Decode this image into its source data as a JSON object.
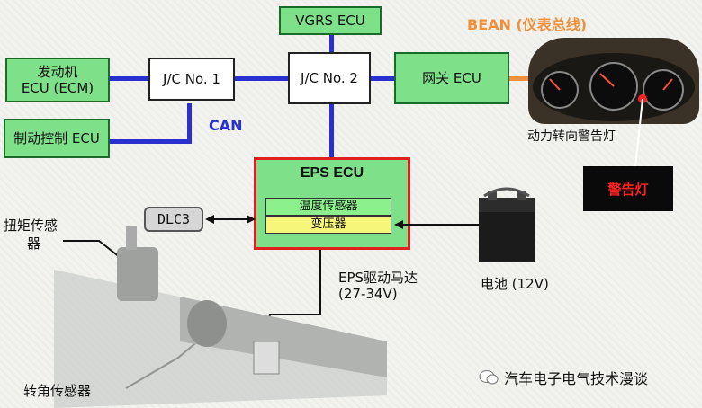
{
  "nodes": {
    "vgrs_ecu": "VGRS ECU",
    "engine_ecu_line1": "发动机",
    "engine_ecu_line2": "ECU (ECM)",
    "brake_ecu": "制动控制 ECU",
    "jc1": "J/C No. 1",
    "jc2": "J/C No. 2",
    "gateway_ecu": "网关 ECU",
    "eps_ecu": "EPS ECU",
    "temp_sensor": "温度传感器",
    "transformer": "变压器",
    "dlc3": "DLC3",
    "warning_lamp": "警告灯"
  },
  "labels": {
    "can": "CAN",
    "bean": "BEAN (仪表总线)",
    "power_steering_lamp": "动力转向警告灯",
    "battery": "电池 (12V)",
    "motor_line1": "EPS驱动马达",
    "motor_line2": "(27-34V)",
    "torque_sensor_line1": "扭矩传感",
    "torque_sensor_line2": "器",
    "angle_sensor": "转角传感器",
    "watermark": "汽车电子电气技术漫谈"
  },
  "colors": {
    "can_bus": "#2a2fd0",
    "bean_bus": "#f0903c",
    "ecu_green": "#7fe08a",
    "eps_border": "#e02020",
    "temp_sensor_bg": "#8cf08c",
    "transformer_bg": "#f6f67a"
  }
}
